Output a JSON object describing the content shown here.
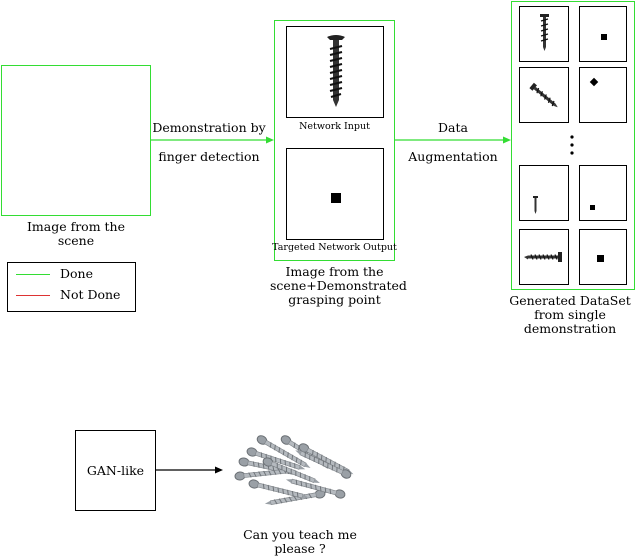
{
  "scene_caption": [
    "Image from the",
    "scene"
  ],
  "arrow1_label": [
    "Demonstration by",
    "finger detection"
  ],
  "network_input_label": "Network Input",
  "targeted_output_label": "Targeted Network Output",
  "demo_caption": [
    "Image from the",
    "scene+Demonstrated",
    "grasping point"
  ],
  "arrow2_label": [
    "Data",
    "Augmentation"
  ],
  "dataset_caption": [
    "Generated DataSet",
    "from single",
    "demonstration"
  ],
  "legend": [
    {
      "label": "Done",
      "color": "#33dd33"
    },
    {
      "label": "Not Done",
      "color": "#dd3333"
    }
  ],
  "gan_label": "GAN-like",
  "screws_caption": [
    "Can you teach me",
    "please ?"
  ],
  "colors": {
    "done_green": "#33dd33",
    "not_done_red": "#dd3333"
  }
}
